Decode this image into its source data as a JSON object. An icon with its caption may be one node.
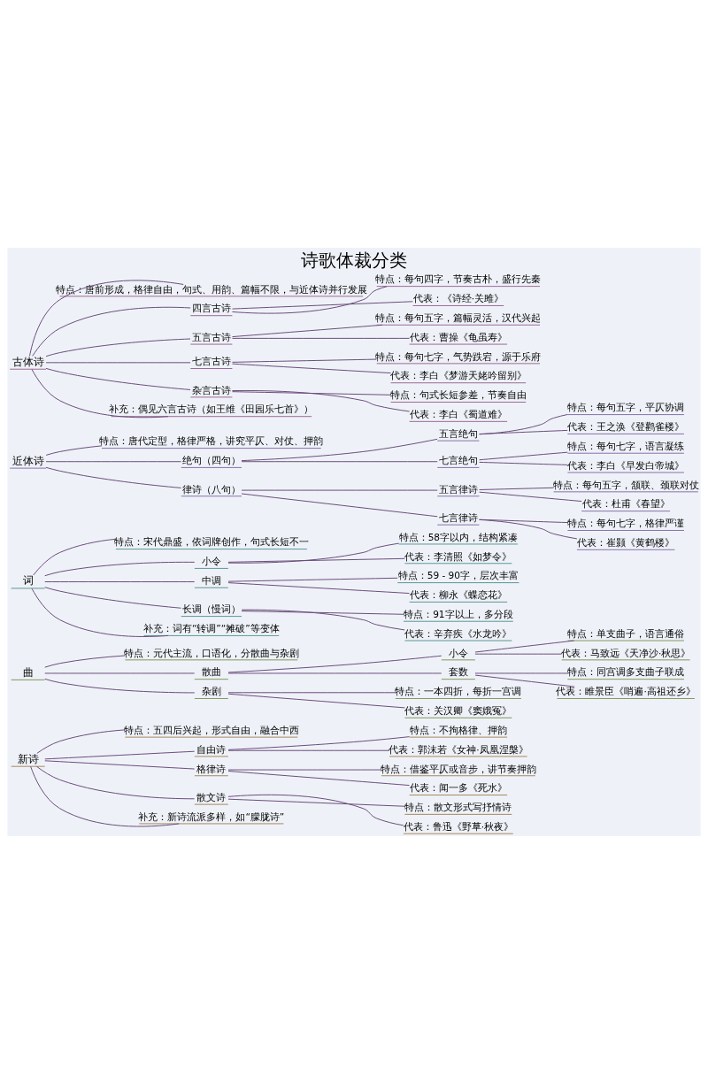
{
  "diagram": {
    "title": "诗歌体裁分类",
    "nodes": [
      {
        "text": [
          "古体诗"
        ]
      },
      {
        "text": [
          "特点：唐前形成，格律自由，句式、用韵、篇幅不限，与近体诗并行发展"
        ]
      },
      {
        "text": [
          "四言古诗"
        ]
      },
      {
        "text": [
          "特点：每句四字，节奏古朴，盛行先秦"
        ]
      },
      {
        "text": [
          "代表：《诗经·关雎》"
        ]
      },
      {
        "text": [
          "五言古诗"
        ]
      },
      {
        "text": [
          "特点：每句五字，篇幅灵活，汉代兴起"
        ]
      },
      {
        "text": [
          "代表：曹操《龟虽寿》"
        ]
      },
      {
        "text": [
          "七言古诗"
        ]
      },
      {
        "text": [
          "特点：每句七字，气势跌宕，源于乐府"
        ]
      },
      {
        "text": [
          "代表：李白《梦游天姥吟留别》"
        ]
      },
      {
        "text": [
          "杂言古诗"
        ]
      },
      {
        "text": [
          "特点：句式长短参差，节奏自由"
        ]
      },
      {
        "text": [
          "代表：李白《蜀道难》"
        ]
      },
      {
        "text": [
          "补充：偶见六言古诗（如王维《田园乐七首》）"
        ]
      },
      {
        "text": [
          "近体诗"
        ]
      },
      {
        "text": [
          "特点：唐代定型，格律严格，讲究平仄、对仗、押韵"
        ]
      },
      {
        "text": [
          "绝句（四句）"
        ]
      },
      {
        "text": [
          "五言绝句"
        ]
      },
      {
        "text": [
          "特点：每句五字，平仄协调"
        ]
      },
      {
        "text": [
          "代表：王之涣《登鹳雀楼》"
        ]
      },
      {
        "text": [
          "七言绝句"
        ]
      },
      {
        "text": [
          "特点：每句七字，语言凝练"
        ]
      },
      {
        "text": [
          "代表：李白《早发白帝城》"
        ]
      },
      {
        "text": [
          "律诗（八句）"
        ]
      },
      {
        "text": [
          "五言律诗"
        ]
      },
      {
        "text": [
          "特点：每句五字，颔联、颈联对仗"
        ]
      },
      {
        "text": [
          "代表：杜甫《春望》"
        ]
      },
      {
        "text": [
          "七言律诗"
        ]
      },
      {
        "text": [
          "特点：每句七字，格律严谨"
        ]
      },
      {
        "text": [
          "代表：崔颢《黄鹤楼》"
        ]
      },
      {
        "text": [
          "词"
        ]
      },
      {
        "text": [
          "特点：宋代鼎盛，依词牌创作，句式长短不一"
        ]
      },
      {
        "text": [
          "小令"
        ]
      },
      {
        "text": [
          "特点：58字以内，结构紧凑"
        ]
      },
      {
        "text": [
          "代表：李清照《如梦令》"
        ]
      },
      {
        "text": [
          "中调"
        ]
      },
      {
        "text": [
          "特点：59 - 90字，层次丰富"
        ]
      },
      {
        "text": [
          "代表：柳永《蝶恋花》"
        ]
      },
      {
        "text": [
          "长调（慢词）"
        ]
      },
      {
        "text": [
          "特点：91字以上，多分段"
        ]
      },
      {
        "text": [
          "代表：辛弃疾《水龙吟》"
        ]
      },
      {
        "text": [
          "补充：词有“转调”“摊破”等变体"
        ]
      },
      {
        "text": [
          "曲"
        ]
      },
      {
        "text": [
          "特点：元代主流，口语化，分散曲与杂剧"
        ]
      },
      {
        "text": [
          "散曲"
        ]
      },
      {
        "text": [
          "小令"
        ]
      },
      {
        "text": [
          "特点：单支曲子，语言通俗"
        ]
      },
      {
        "text": [
          "代表：马致远《天净沙·秋思》"
        ]
      },
      {
        "text": [
          "套数"
        ]
      },
      {
        "text": [
          "特点：同宫调多支曲子联成"
        ]
      },
      {
        "text": [
          "代表：睢景臣《哨遍·高祖还乡》"
        ]
      },
      {
        "text": [
          "杂剧"
        ]
      },
      {
        "text": [
          "特点：一本四折，每折一宫调"
        ]
      },
      {
        "text": [
          "代表：关汉卿《窦娥冤》"
        ]
      },
      {
        "text": [
          "新诗"
        ]
      },
      {
        "text": [
          "特点：五四后兴起，形式自由，融合中西"
        ]
      },
      {
        "text": [
          "自由诗"
        ]
      },
      {
        "text": [
          "特点：不拘格律、押韵"
        ]
      },
      {
        "text": [
          "代表：郭沫若《女神·凤凰涅槃》"
        ]
      },
      {
        "text": [
          "格律诗"
        ]
      },
      {
        "text": [
          "特点：借鉴平仄或音步，讲节奏押韵"
        ]
      },
      {
        "text": [
          "代表：闻一多《死水》"
        ]
      },
      {
        "text": [
          "散文诗"
        ]
      },
      {
        "text": [
          "特点：散文形式写抒情诗"
        ]
      },
      {
        "text": [
          "代表：鲁迅《野草·秋夜》"
        ]
      },
      {
        "text": [
          "补充：新诗流派多样，如“朦胧诗”"
        ]
      }
    ],
    "edges": [
      {
        "from": 0,
        "to": 1,
        "arrow": "none"
      },
      {
        "from": 0,
        "to": 2,
        "arrow": "none"
      },
      {
        "from": 2,
        "to": 3,
        "arrow": "none"
      },
      {
        "from": 2,
        "to": 4,
        "arrow": "none"
      },
      {
        "from": 0,
        "to": 5,
        "arrow": "none"
      },
      {
        "from": 5,
        "to": 6,
        "arrow": "none"
      },
      {
        "from": 5,
        "to": 7,
        "arrow": "none"
      },
      {
        "from": 0,
        "to": 8,
        "arrow": "none"
      },
      {
        "from": 8,
        "to": 9,
        "arrow": "none"
      },
      {
        "from": 8,
        "to": 10,
        "arrow": "none"
      },
      {
        "from": 0,
        "to": 11,
        "arrow": "none"
      },
      {
        "from": 11,
        "to": 12,
        "arrow": "none"
      },
      {
        "from": 11,
        "to": 13,
        "arrow": "none"
      },
      {
        "from": 0,
        "to": 14,
        "arrow": "none"
      },
      {
        "from": 15,
        "to": 16,
        "arrow": "none"
      },
      {
        "from": 15,
        "to": 17,
        "arrow": "none"
      },
      {
        "from": 17,
        "to": 18,
        "arrow": "none"
      },
      {
        "from": 18,
        "to": 19,
        "arrow": "none"
      },
      {
        "from": 18,
        "to": 20,
        "arrow": "none"
      },
      {
        "from": 17,
        "to": 21,
        "arrow": "none"
      },
      {
        "from": 21,
        "to": 22,
        "arrow": "none"
      },
      {
        "from": 21,
        "to": 23,
        "arrow": "none"
      },
      {
        "from": 15,
        "to": 24,
        "arrow": "none"
      },
      {
        "from": 24,
        "to": 25,
        "arrow": "none"
      },
      {
        "from": 25,
        "to": 26,
        "arrow": "none"
      },
      {
        "from": 25,
        "to": 27,
        "arrow": "none"
      },
      {
        "from": 24,
        "to": 28,
        "arrow": "none"
      },
      {
        "from": 28,
        "to": 29,
        "arrow": "none"
      },
      {
        "from": 28,
        "to": 30,
        "arrow": "none"
      },
      {
        "from": 31,
        "to": 32,
        "arrow": "none"
      },
      {
        "from": 31,
        "to": 33,
        "arrow": "none"
      },
      {
        "from": 33,
        "to": 34,
        "arrow": "none"
      },
      {
        "from": 33,
        "to": 35,
        "arrow": "none"
      },
      {
        "from": 31,
        "to": 36,
        "arrow": "none"
      },
      {
        "from": 36,
        "to": 37,
        "arrow": "none"
      },
      {
        "from": 36,
        "to": 38,
        "arrow": "none"
      },
      {
        "from": 31,
        "to": 39,
        "arrow": "none"
      },
      {
        "from": 39,
        "to": 40,
        "arrow": "none"
      },
      {
        "from": 39,
        "to": 41,
        "arrow": "none"
      },
      {
        "from": 31,
        "to": 42,
        "arrow": "none"
      },
      {
        "from": 43,
        "to": 44,
        "arrow": "none"
      },
      {
        "from": 43,
        "to": 45,
        "arrow": "none"
      },
      {
        "from": 45,
        "to": 46,
        "arrow": "none"
      },
      {
        "from": 46,
        "to": 47,
        "arrow": "none"
      },
      {
        "from": 46,
        "to": 48,
        "arrow": "none"
      },
      {
        "from": 45,
        "to": 49,
        "arrow": "none"
      },
      {
        "from": 49,
        "to": 50,
        "arrow": "none"
      },
      {
        "from": 49,
        "to": 51,
        "arrow": "none"
      },
      {
        "from": 43,
        "to": 52,
        "arrow": "none"
      },
      {
        "from": 52,
        "to": 53,
        "arrow": "none"
      },
      {
        "from": 52,
        "to": 54,
        "arrow": "none"
      },
      {
        "from": 55,
        "to": 56,
        "arrow": "none"
      },
      {
        "from": 55,
        "to": 57,
        "arrow": "none"
      },
      {
        "from": 57,
        "to": 58,
        "arrow": "none"
      },
      {
        "from": 57,
        "to": 59,
        "arrow": "none"
      },
      {
        "from": 55,
        "to": 60,
        "arrow": "none"
      },
      {
        "from": 60,
        "to": 61,
        "arrow": "none"
      },
      {
        "from": 60,
        "to": 62,
        "arrow": "none"
      },
      {
        "from": 55,
        "to": 63,
        "arrow": "none"
      },
      {
        "from": 63,
        "to": 64,
        "arrow": "none"
      },
      {
        "from": 63,
        "to": 65,
        "arrow": "none"
      },
      {
        "from": 55,
        "to": 66,
        "arrow": "none"
      }
    ]
  }
}
